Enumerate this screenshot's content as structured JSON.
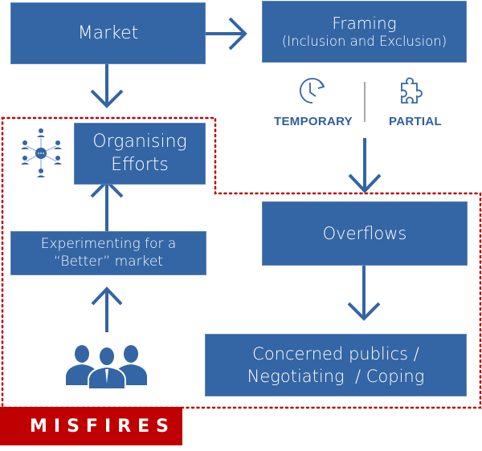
{
  "nodes": {
    "market": "Market",
    "framing_title": "Framing",
    "framing_subtitle": "(Inclusion and Exclusion)",
    "organising_line1": "Organising",
    "organising_line2": "Efforts",
    "experimenting_line1": "Experimenting for a",
    "experimenting_line2": "“Better” market",
    "overflows": "Overflows",
    "concerned_line1": "Concerned publics /",
    "concerned_line2": "Negotiating  / Coping"
  },
  "framing_attributes": [
    {
      "label": "TEMPORARY",
      "icon": "clock-refresh-icon"
    },
    {
      "label": "PARTIAL",
      "icon": "puzzle-piece-icon"
    }
  ],
  "region_label": "MISFIRES",
  "colors": {
    "box_fill": "#3465a4",
    "arrow": "#3465a4",
    "region_border": "#c00000",
    "region_label_bg": "#c00000",
    "tag_text": "#2f5f9a"
  },
  "icons": {
    "network": "network-people-icon",
    "group": "people-group-icon"
  }
}
